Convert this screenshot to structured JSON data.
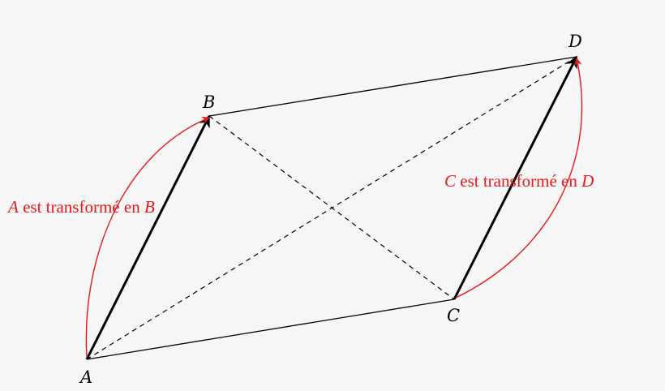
{
  "points": {
    "A": "A",
    "B": "B",
    "C": "C",
    "D": "D"
  },
  "captions": {
    "left": {
      "var1": "A",
      "text": " est transformé en ",
      "var2": "B"
    },
    "right": {
      "var1": "C",
      "text": " est transformé en ",
      "var2": "D"
    }
  },
  "colors": {
    "background": "#f6f6f6",
    "line": "#000000",
    "accent": "#e8191b"
  }
}
